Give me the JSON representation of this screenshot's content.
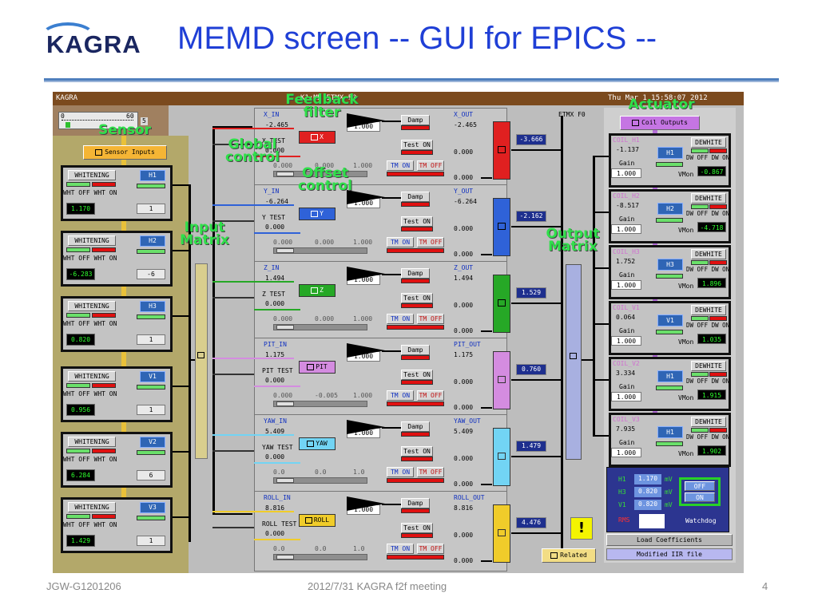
{
  "slide": {
    "logo": "KAGRA",
    "title": "MEMD screen -- GUI for EPICS --",
    "footer_left": "JGW-G1201206",
    "footer_center": "2012/7/31 KAGRA f2f meeting",
    "page_num": "4"
  },
  "screen": {
    "topbar": {
      "left": "KAGRA",
      "center": "K1:MD ETMX F0",
      "right": "Thu Mar 1 15:58:07 2012"
    },
    "etmx": "ETMX F0",
    "annotations": {
      "feedback": "Feedback\nfilter",
      "actuator": "Actuator",
      "sensor": "Sensor",
      "global": "Global\ncontrol",
      "offset": "Offset\ncontrol",
      "input_matrix": "Input\nMatrix",
      "output_matrix": "Output\nMatrix"
    },
    "slider": {
      "min": "0",
      "max": "60",
      "value": "5"
    },
    "sensor_inputs": "Sensor Inputs",
    "sensors": [
      {
        "whitening": "WHITENING",
        "ch": "H1",
        "status": "WHT OFF WHT ON",
        "value": "1.170",
        "gain": "1"
      },
      {
        "whitening": "WHITENING",
        "ch": "H2",
        "status": "WHT OFF WHT ON",
        "value": "-6.283",
        "gain": "-6"
      },
      {
        "whitening": "WHITENING",
        "ch": "H3",
        "status": "WHT OFF WHT ON",
        "value": "0.820",
        "gain": "1"
      },
      {
        "whitening": "WHITENING",
        "ch": "V1",
        "status": "WHT OFF WHT ON",
        "value": "0.956",
        "gain": "1"
      },
      {
        "whitening": "WHITENING",
        "ch": "V2",
        "status": "WHT OFF WHT ON",
        "value": "6.284",
        "gain": "6"
      },
      {
        "whitening": "WHITENING",
        "ch": "V3",
        "status": "WHT OFF WHT ON",
        "value": "1.429",
        "gain": "1"
      }
    ],
    "dofs": [
      {
        "in": "X_IN",
        "in_val": "-2.465",
        "test": "X TEST",
        "test_val": "0.000",
        "filter": "X",
        "gain": "1.000",
        "damp": "Damp",
        "out": "X_OUT",
        "out_val": "-2.465",
        "test_on": "Test ON",
        "test_out": "0.000",
        "off1": "0.000",
        "off2": "0.000",
        "off3": "1.000",
        "tm_on": "TM ON",
        "tm_off": "TM OFF",
        "final": "0.000",
        "sum": "-3.666"
      },
      {
        "in": "Y_IN",
        "in_val": "-6.264",
        "test": "Y TEST",
        "test_val": "0.000",
        "filter": "Y",
        "gain": "1.000",
        "damp": "Damp",
        "out": "Y_OUT",
        "out_val": "-6.264",
        "test_on": "Test ON",
        "test_out": "0.000",
        "off1": "0.000",
        "off2": "0.000",
        "off3": "1.000",
        "tm_on": "TM ON",
        "tm_off": "TM OFF",
        "final": "0.000",
        "sum": "-2.162"
      },
      {
        "in": "Z_IN",
        "in_val": "1.494",
        "test": "Z TEST",
        "test_val": "0.000",
        "filter": "Z",
        "gain": "1.000",
        "damp": "Damp",
        "out": "Z_OUT",
        "out_val": "1.494",
        "test_on": "Test ON",
        "test_out": "0.000",
        "off1": "0.000",
        "off2": "0.000",
        "off3": "1.000",
        "tm_on": "TM ON",
        "tm_off": "TM OFF",
        "final": "0.000",
        "sum": "1.529"
      },
      {
        "in": "PIT_IN",
        "in_val": "1.175",
        "test": "PIT TEST",
        "test_val": "0.000",
        "filter": "PIT",
        "gain": "1.000",
        "damp": "Damp",
        "out": "PIT_OUT",
        "out_val": "1.175",
        "test_on": "Test ON",
        "test_out": "0.000",
        "off1": "0.000",
        "off2": "-0.005",
        "off3": "1.000",
        "tm_on": "TM ON",
        "tm_off": "TM OFF",
        "final": "0.000",
        "sum": "0.760"
      },
      {
        "in": "YAW_IN",
        "in_val": "5.409",
        "test": "YAW TEST",
        "test_val": "0.000",
        "filter": "YAW",
        "gain": "1.000",
        "damp": "Damp",
        "out": "YAW_OUT",
        "out_val": "5.409",
        "test_on": "Test ON",
        "test_out": "0.000",
        "off1": "0.0",
        "off2": "0.0",
        "off3": "1.0",
        "tm_on": "TM ON",
        "tm_off": "TM OFF",
        "final": "0.000",
        "sum": "1.479"
      },
      {
        "in": "ROLL_IN",
        "in_val": "8.816",
        "test": "ROLL TEST",
        "test_val": "0.000",
        "filter": "ROLL",
        "gain": "1.000",
        "damp": "Damp",
        "out": "ROLL_OUT",
        "out_val": "8.816",
        "test_on": "Test ON",
        "test_out": "0.000",
        "off1": "0.0",
        "off2": "0.0",
        "off3": "1.0",
        "tm_on": "TM ON",
        "tm_off": "TM OFF",
        "final": "0.000",
        "sum": "4.476"
      }
    ],
    "coil_outputs": "Coil Outputs",
    "coils": [
      {
        "name": "COIL_H1",
        "val": "-1.137",
        "gain_lbl": "Gain",
        "gain": "1.000",
        "btn": "H1",
        "dewhite": "DEWHITE",
        "dw": "DW OFF DW ON",
        "vmon_lbl": "VMon",
        "vmon": "-0.867"
      },
      {
        "name": "COIL_H2",
        "val": "-8.517",
        "gain_lbl": "Gain",
        "gain": "1.000",
        "btn": "H2",
        "dewhite": "DEWHITE",
        "dw": "DW OFF DW ON",
        "vmon_lbl": "VMon",
        "vmon": "-4.718"
      },
      {
        "name": "COIL_H3",
        "val": "1.752",
        "gain_lbl": "Gain",
        "gain": "1.000",
        "btn": "H3",
        "dewhite": "DEWHITE",
        "dw": "DW OFF DW ON",
        "vmon_lbl": "VMon",
        "vmon": "1.896"
      },
      {
        "name": "COIL_V1",
        "val": "0.064",
        "gain_lbl": "Gain",
        "gain": "1.000",
        "btn": "V1",
        "dewhite": "DEWHITE",
        "dw": "DW OFF DW ON",
        "vmon_lbl": "VMon",
        "vmon": "1.035"
      },
      {
        "name": "COIL_V2",
        "val": "3.334",
        "gain_lbl": "Gain",
        "gain": "1.000",
        "btn": "H1",
        "dewhite": "DEWHITE",
        "dw": "DW OFF DW ON",
        "vmon_lbl": "VMon",
        "vmon": "1.915"
      },
      {
        "name": "COIL_V3",
        "val": "7.935",
        "gain_lbl": "Gain",
        "gain": "1.000",
        "btn": "H1",
        "dewhite": "DEWHITE",
        "dw": "DW OFF DW ON",
        "vmon_lbl": "VMon",
        "vmon": "1.902"
      }
    ],
    "watchdog": {
      "rows": [
        {
          "lbl": "H1",
          "val": "1.170",
          "unit": "mV"
        },
        {
          "lbl": "H3",
          "val": "0.820",
          "unit": "mV"
        },
        {
          "lbl": "V1",
          "val": "0.820",
          "unit": "mV"
        }
      ],
      "rms": "RMS",
      "off": "OFF",
      "on": "ON",
      "label": "Watchdog"
    },
    "load_coeff": "Load Coefficients",
    "modified": "Modified IIR file",
    "related": "Related",
    "warning": "!"
  }
}
